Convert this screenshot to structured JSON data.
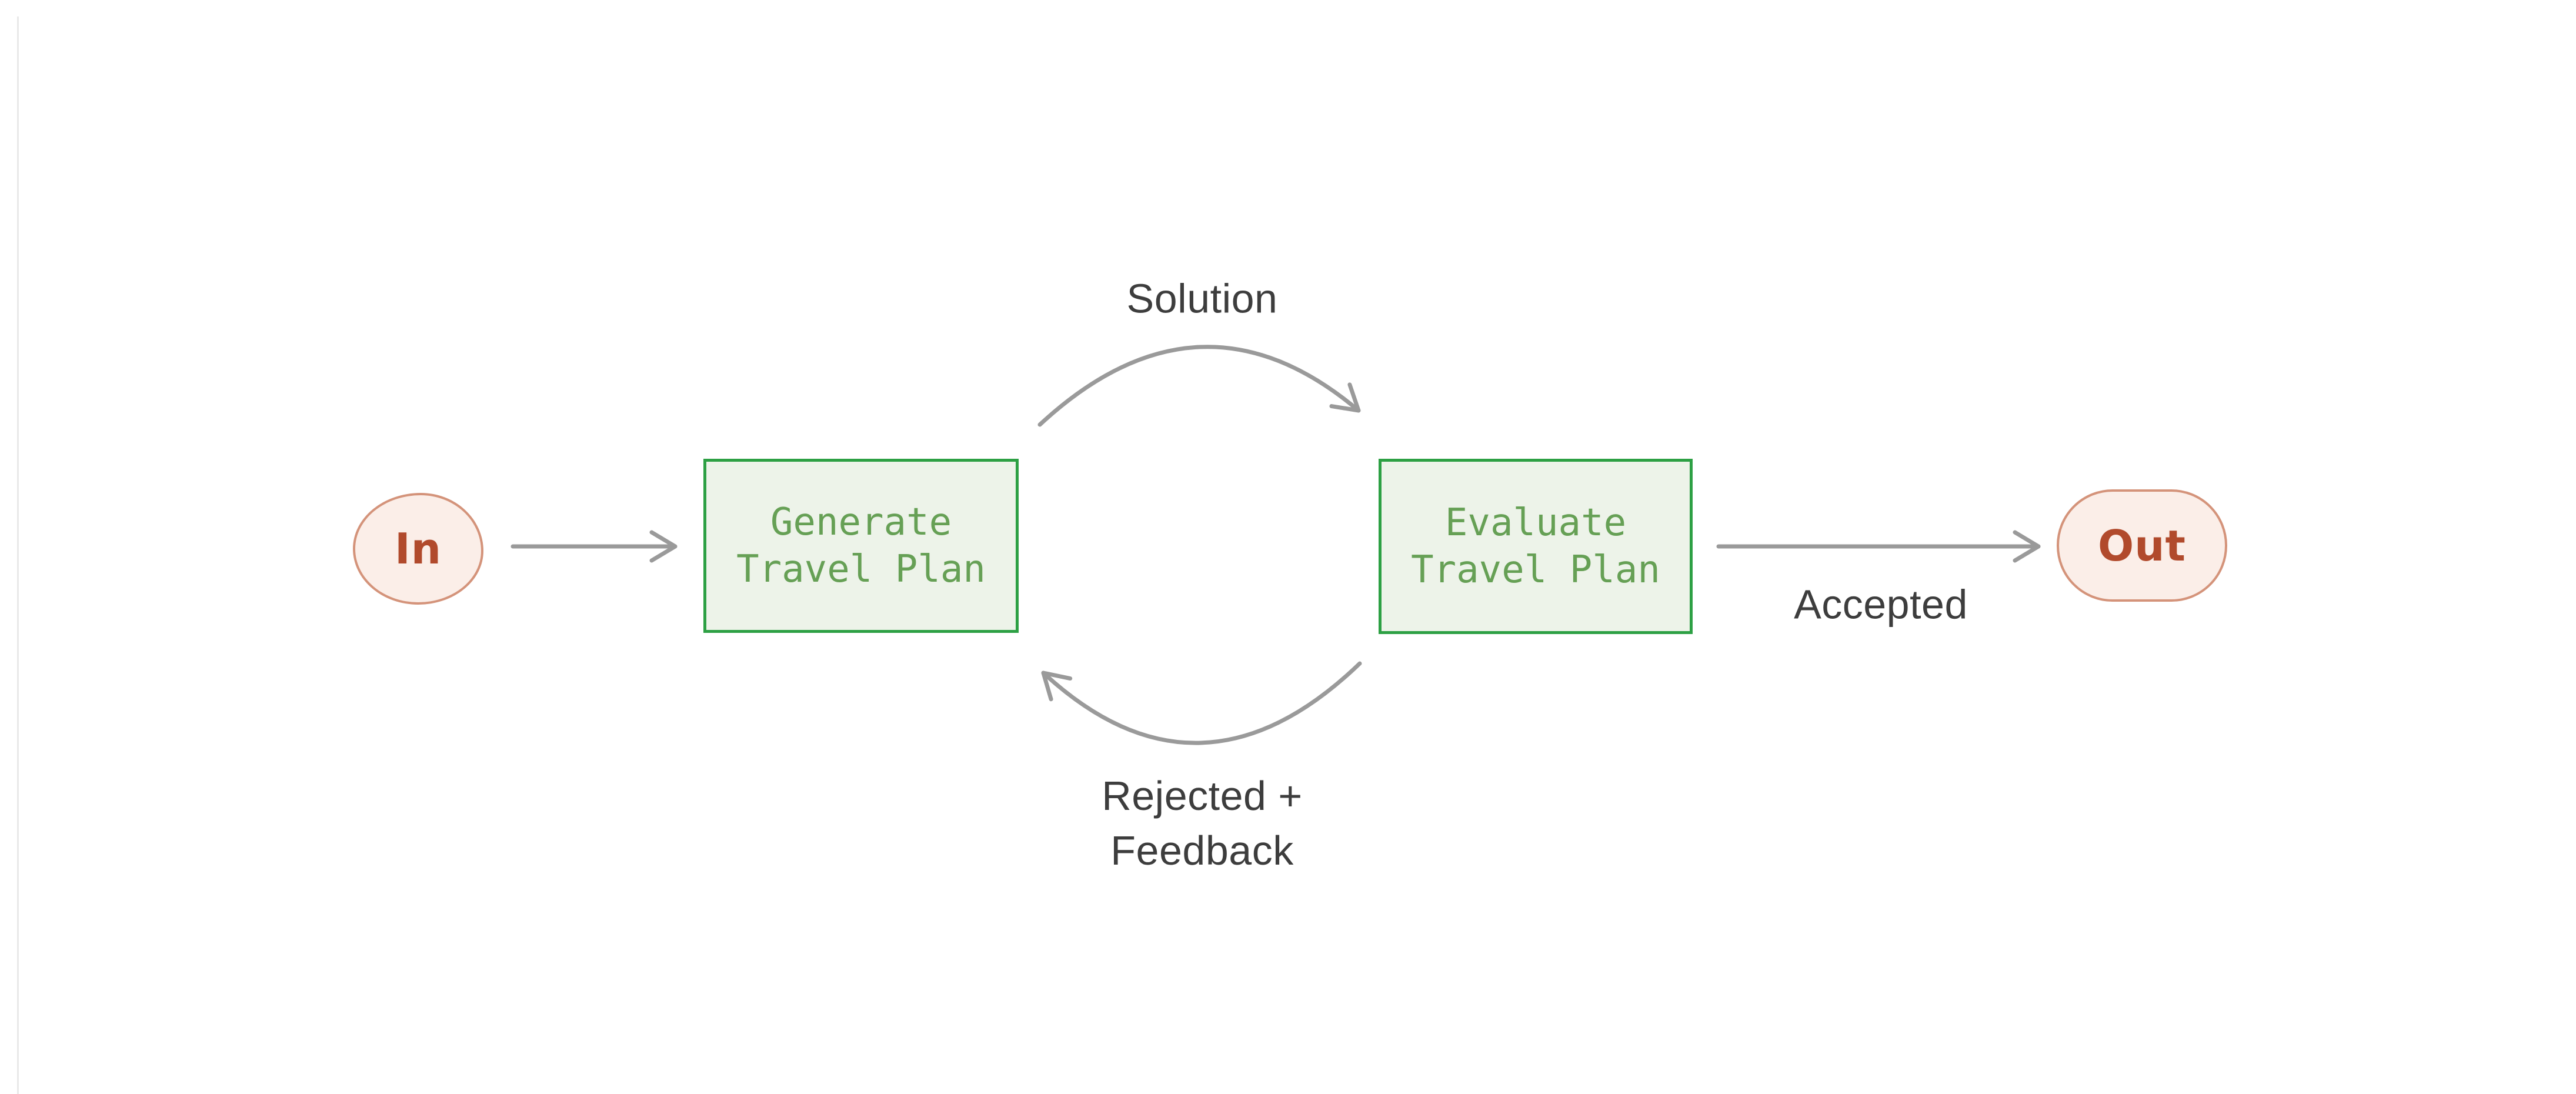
{
  "diagram": {
    "nodes": {
      "in": {
        "label": "In",
        "type": "terminal"
      },
      "generate": {
        "label": "Generate\nTravel Plan",
        "type": "process"
      },
      "evaluate": {
        "label": "Evaluate\nTravel Plan",
        "type": "process"
      },
      "out": {
        "label": "Out",
        "type": "terminal"
      }
    },
    "edges": {
      "in_to_generate": {
        "from": "in",
        "to": "generate",
        "label": ""
      },
      "generate_to_evaluate": {
        "from": "generate",
        "to": "evaluate",
        "label": "Solution"
      },
      "evaluate_to_generate": {
        "from": "evaluate",
        "to": "generate",
        "label": "Rejected +\nFeedback"
      },
      "evaluate_to_out": {
        "from": "evaluate",
        "to": "out",
        "label": "Accepted"
      }
    },
    "colors": {
      "process_border": "#2da044",
      "process_fill": "#edf3e9",
      "process_text": "#66a055",
      "terminal_border": "#d4937a",
      "terminal_fill": "#fbeee8",
      "terminal_text": "#b14a2c",
      "arrow": "#9a9a9a",
      "edge_label_text": "#3d3d3d",
      "background": "#ffffff"
    }
  }
}
